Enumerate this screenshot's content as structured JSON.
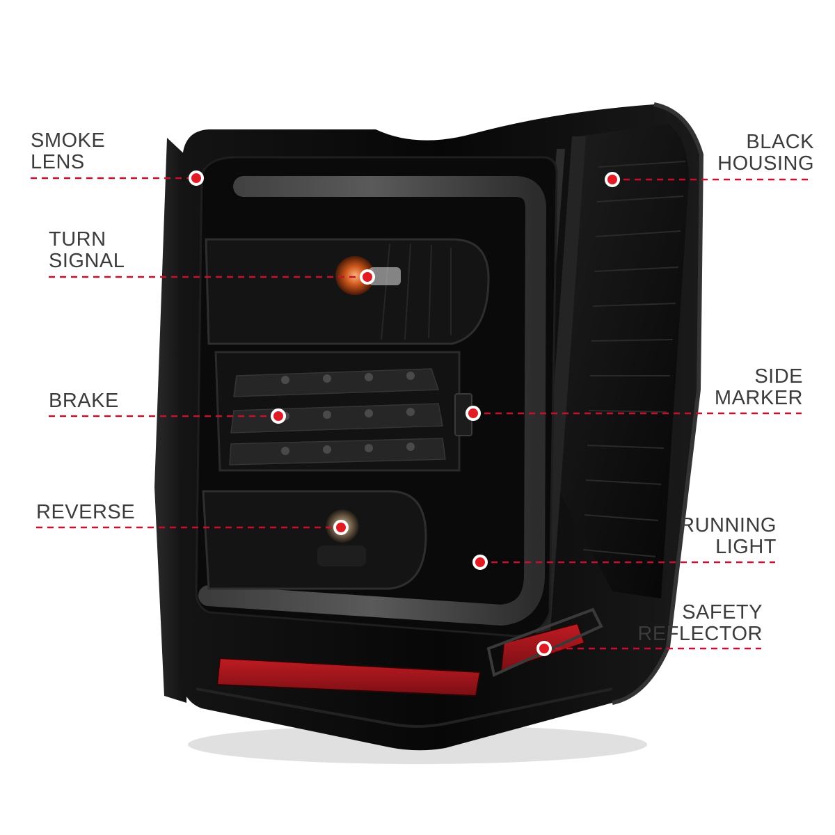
{
  "theme": {
    "callout_line": "#c8102e",
    "dot_fill": "#e01b24",
    "dot_ring": "#ffffff",
    "label_text": "#3b3b3b",
    "background": "#ffffff",
    "housing": "#0d0d0d",
    "reflector": "#a3161d"
  },
  "callouts": {
    "smoke_lens": {
      "line1": "SMOKE",
      "line2": "LENS"
    },
    "turn_signal": {
      "line1": "TURN",
      "line2": "SIGNAL"
    },
    "brake": {
      "line1": "BRAKE"
    },
    "reverse": {
      "line1": "REVERSE"
    },
    "black_housing": {
      "line1": "BLACK",
      "line2": "HOUSING"
    },
    "side_marker": {
      "line1": "SIDE",
      "line2": "MARKER"
    },
    "running_light": {
      "line1": "RUNNING",
      "line2": "LIGHT"
    },
    "safety_reflector": {
      "line1": "SAFETY",
      "line2": "REFLECTOR"
    }
  }
}
